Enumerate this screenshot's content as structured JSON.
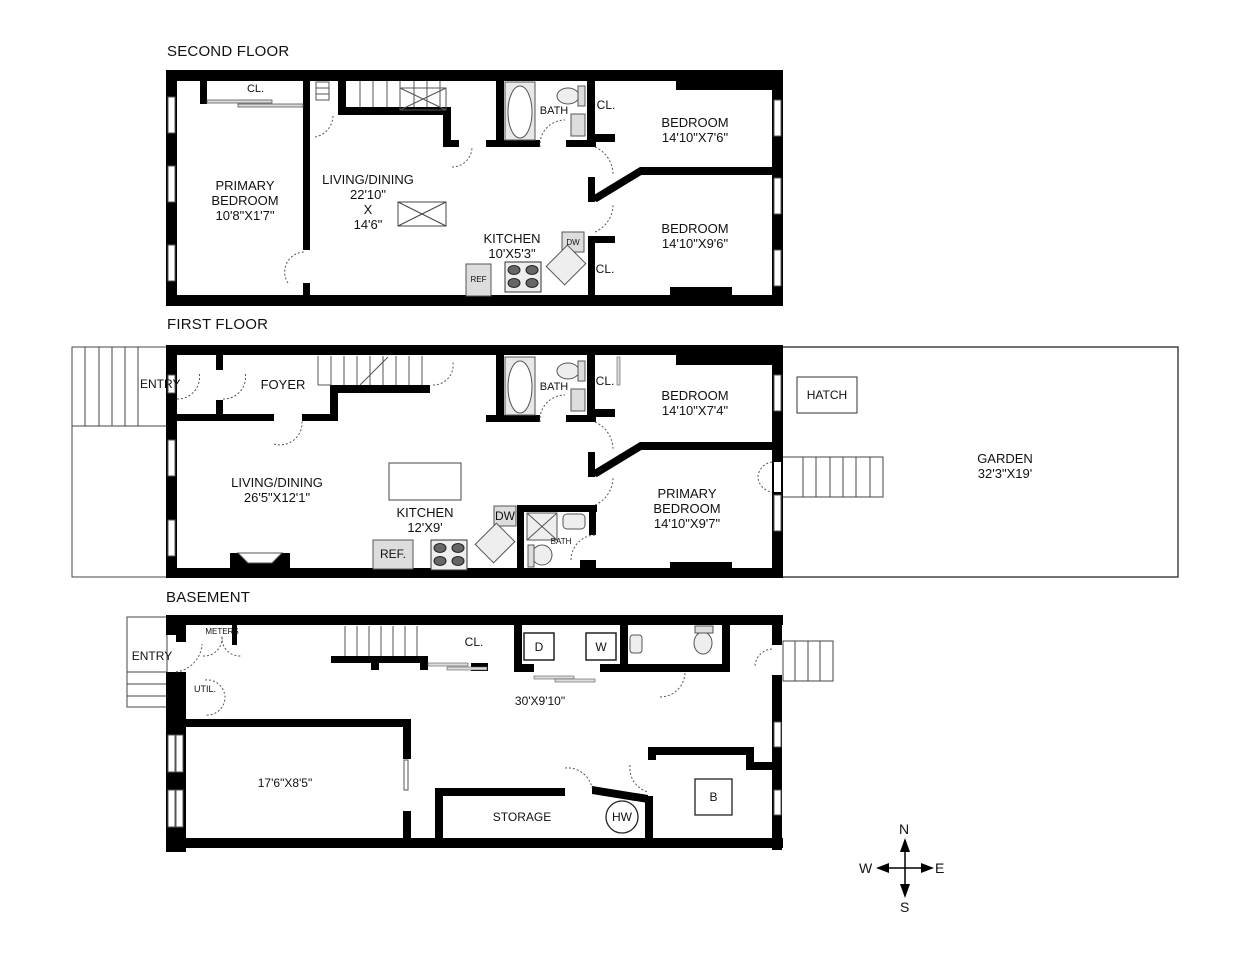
{
  "floors": [
    {
      "id": "second",
      "title": "SECOND FLOOR",
      "rooms": [
        {
          "name": "PRIMARY BEDROOM",
          "lines": [
            "PRIMARY",
            "BEDROOM",
            "10'8\"X1'7\""
          ]
        },
        {
          "name": "LIVING/DINING",
          "lines": [
            "LIVING/DINING",
            "22'10\"",
            "X",
            "14'6\""
          ]
        },
        {
          "name": "KITCHEN",
          "lines": [
            "KITCHEN",
            "10'X5'3\""
          ]
        },
        {
          "name": "BEDROOM 1",
          "lines": [
            "BEDROOM",
            "14'10\"X7'6\""
          ]
        },
        {
          "name": "BEDROOM 2",
          "lines": [
            "BEDROOM",
            "14'10\"X9'6\""
          ]
        },
        {
          "name": "BATH",
          "lines": [
            "BATH"
          ]
        },
        {
          "name": "CLOSET A",
          "lines": [
            "CL."
          ]
        },
        {
          "name": "CLOSET B",
          "lines": [
            "CL."
          ]
        },
        {
          "name": "CLOSET C",
          "lines": [
            "CL."
          ]
        }
      ],
      "fixtures": {
        "ref": "REF",
        "dw": "DW"
      }
    },
    {
      "id": "first",
      "title": "FIRST FLOOR",
      "rooms": [
        {
          "name": "ENTRY",
          "lines": [
            "ENTRY"
          ]
        },
        {
          "name": "FOYER",
          "lines": [
            "FOYER"
          ]
        },
        {
          "name": "LIVING/DINING",
          "lines": [
            "LIVING/DINING",
            "26'5\"X12'1\""
          ]
        },
        {
          "name": "KITCHEN",
          "lines": [
            "KITCHEN",
            "12'X9'"
          ]
        },
        {
          "name": "BEDROOM",
          "lines": [
            "BEDROOM",
            "14'10\"X7'4\""
          ]
        },
        {
          "name": "PRIMARY BEDROOM",
          "lines": [
            "PRIMARY",
            "BEDROOM",
            "14'10\"X9'7\""
          ]
        },
        {
          "name": "BATH 1",
          "lines": [
            "BATH"
          ]
        },
        {
          "name": "BATH 2",
          "lines": [
            "BATH"
          ]
        },
        {
          "name": "CLOSET",
          "lines": [
            "CL."
          ]
        },
        {
          "name": "GARDEN",
          "lines": [
            "GARDEN",
            "32'3\"X19'"
          ]
        }
      ],
      "fixtures": {
        "ref": "REF.",
        "dw": "DW",
        "hatch": "HATCH"
      }
    },
    {
      "id": "basement",
      "title": "BASEMENT",
      "rooms": [
        {
          "name": "ENTRY",
          "lines": [
            "ENTRY"
          ]
        },
        {
          "name": "METERS",
          "lines": [
            "METERS"
          ]
        },
        {
          "name": "UTIL",
          "lines": [
            "UTIL."
          ]
        },
        {
          "name": "ROOM",
          "lines": [
            "17'6\"X8'5\""
          ]
        },
        {
          "name": "MAIN",
          "lines": [
            "30'X9'10\""
          ]
        },
        {
          "name": "CLOSET",
          "lines": [
            "CL."
          ]
        },
        {
          "name": "STORAGE",
          "lines": [
            "STORAGE"
          ]
        }
      ],
      "fixtures": {
        "dryer": "D",
        "washer": "W",
        "hot_water": "HW",
        "boiler": "B"
      }
    }
  ],
  "compass": {
    "n": "N",
    "s": "S",
    "e": "E",
    "w": "W"
  },
  "colors": {
    "wall": "#000000",
    "fixture": "#e6e6e6",
    "background": "#ffffff",
    "line": "#555555"
  }
}
